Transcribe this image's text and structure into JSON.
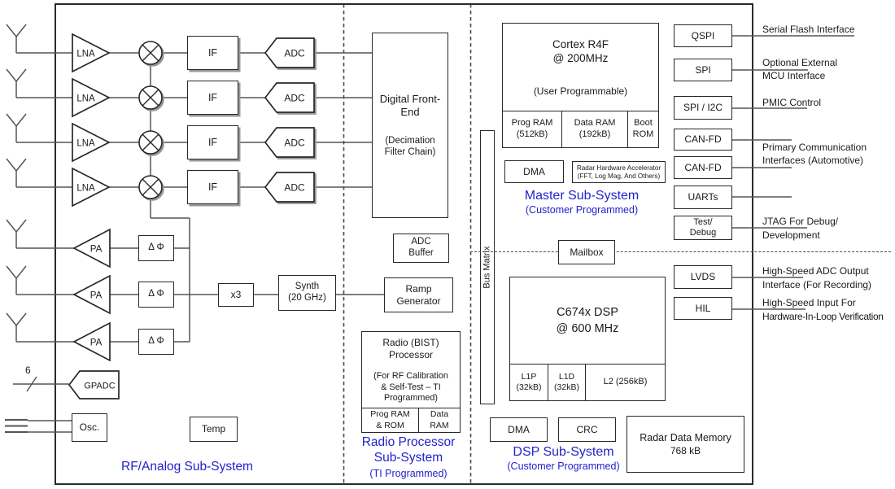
{
  "rf": {
    "label": "RF/Analog Sub-System",
    "lna": "LNA",
    "if": "IF",
    "adc": "ADC",
    "pa": "PA",
    "phase_shifter": "Δ Φ",
    "multiplier": "x3",
    "synth_l1": "Synth",
    "synth_l2": "(20 GHz)",
    "gpadc": "GPADC",
    "gpadc_bus_width": "6",
    "osc": "Osc.",
    "temp": "Temp",
    "dfe_title": "Digital Front-End",
    "dfe_sub": "(Decimation Filter Chain)",
    "adc_buffer_l1": "ADC",
    "adc_buffer_l2": "Buffer",
    "ramp_l1": "Ramp",
    "ramp_l2": "Generator"
  },
  "radio": {
    "title_l1": "Radio (BIST)",
    "title_l2": "Processor",
    "sub_l1": "(For RF Calibration",
    "sub_l2": "& Self-Test – TI",
    "sub_l3": "Programmed)",
    "prog_ram_l1": "Prog RAM",
    "prog_ram_l2": "& ROM",
    "data_ram_l1": "Data",
    "data_ram_l2": "RAM",
    "label_l1": "Radio Processor",
    "label_l2": "Sub-System",
    "sublabel": "(TI Programmed)"
  },
  "master": {
    "cpu_l1": "Cortex R4F",
    "cpu_l2": "@ 200MHz",
    "cpu_sub": "(User Programmable)",
    "prog_ram_l1": "Prog RAM",
    "prog_ram_l2": "(512kB)",
    "data_ram_l1": "Data RAM",
    "data_ram_l2": "(192kB)",
    "boot_l1": "Boot",
    "boot_l2": "ROM",
    "dma": "DMA",
    "hwa_l1": "Radar Hardware Accelerator",
    "hwa_l2": "(FFT, Log Mag, And Others)",
    "label": "Master Sub-System",
    "sublabel": "(Customer Programmed)",
    "mailbox": "Mailbox",
    "bus_matrix": "Bus Matrix"
  },
  "dsp": {
    "cpu_l1": "C674x DSP",
    "cpu_l2": "@ 600 MHz",
    "l1p_l1": "L1P",
    "l1p_l2": "(32kB)",
    "l1d_l1": "L1D",
    "l1d_l2": "(32kB)",
    "l2": "L2 (256kB)",
    "dma": "DMA",
    "crc": "CRC",
    "rdm_l1": "Radar Data Memory",
    "rdm_l2": "768 kB",
    "label": "DSP Sub-System",
    "sublabel": "(Customer Programmed)"
  },
  "io": {
    "qspi": "QSPI",
    "spi": "SPI",
    "spi_i2c": "SPI / I2C",
    "canfd": "CAN-FD",
    "uarts": "UARTs",
    "test_l1": "Test/",
    "test_l2": "Debug",
    "lvds": "LVDS",
    "hil": "HIL",
    "serial_flash": "Serial Flash Interface",
    "mcu_l1": "Optional External",
    "mcu_l2": "MCU Interface",
    "pmic": "PMIC Control",
    "comm_l1": "Primary Communication",
    "comm_l2": "Interfaces (Automotive)",
    "jtag_l1": "JTAG For Debug/",
    "jtag_l2": "Development",
    "lvds_lbl_l1": "High-Speed ADC Output",
    "lvds_lbl_l2": "Interface (For Recording)",
    "hil_lbl_l1": "High-Speed Input For",
    "hil_lbl_l2": "Hardware-In-Loop Verification"
  },
  "colors": {
    "accent_blue": "#2222cc",
    "wire": "#555555",
    "border": "#282828"
  }
}
